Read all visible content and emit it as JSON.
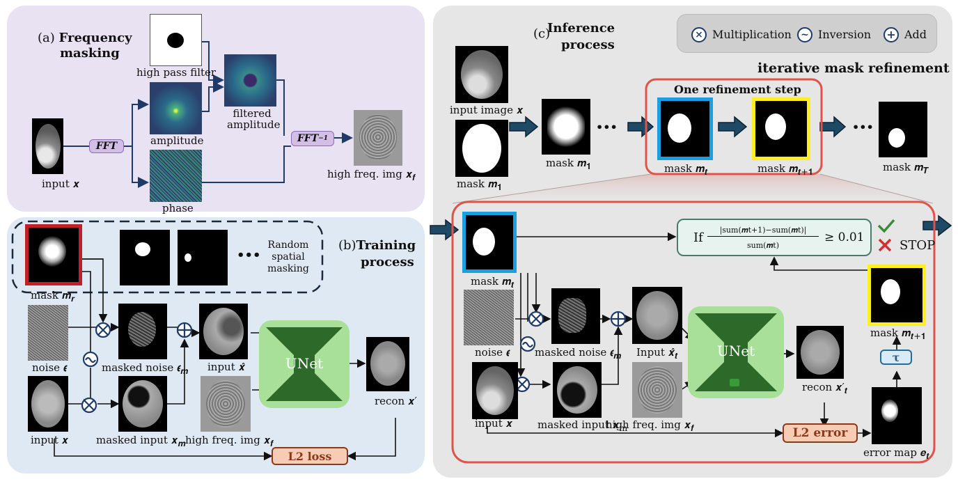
{
  "panel_a": {
    "title_prefix": "(a)",
    "title_line1": "Frequency",
    "title_line2": "masking",
    "fft": "FFT",
    "ifft": "FFT",
    "ifft_exp": "−1",
    "labels": {
      "input": "input 𝒙",
      "high_pass": "high pass filter",
      "amplitude": "amplitude",
      "phase": "phase",
      "filtered_1": "filtered",
      "filtered_2": "amplitude",
      "high_freq": "high freq. img 𝒙",
      "high_freq_sub": "𝒇"
    }
  },
  "panel_b": {
    "title_prefix": "(b)",
    "title_line1": "Training",
    "title_line2": "process",
    "random_1": "Random",
    "random_2": "spatial",
    "random_3": "masking",
    "ellipsis": "•••",
    "unet": "UNet",
    "l2_loss": "L2 loss",
    "labels": {
      "mask": "mask 𝒎",
      "mask_sub": "𝒓",
      "noise": "noise 𝝐",
      "masked_noise": "masked noise 𝝐",
      "masked_noise_sub": "𝒎",
      "input_hat": "input 𝒙̂",
      "input": "input 𝒙",
      "masked_input": "masked input 𝒙",
      "masked_input_sub": "𝒎",
      "high_freq": "high freq. img 𝒙",
      "high_freq_sub": "𝒇",
      "recon": "recon 𝒙′"
    }
  },
  "panel_c": {
    "title_prefix": "(c)",
    "title_line1": "Inference",
    "title_line2": "process",
    "legend": {
      "multiplication": "Multiplication",
      "inversion": "Inversion",
      "add": "Add"
    },
    "iterative": "iterative mask refinement",
    "one_step": "One refinement step",
    "ellipsis": "•••",
    "unet": "UNet",
    "l2_error": "L2 error",
    "tau": "τ",
    "stop": "STOP",
    "formula": {
      "if": "If",
      "numerator": "|sum(𝒎t+1)−sum(𝒎t)|",
      "denominator": "sum(𝒎t)",
      "rhs": "≥ 0.01"
    },
    "labels": {
      "input_image": "input image 𝒙",
      "mask_m1_left": "mask 𝒎",
      "mask_m1_left_sub": "𝟏",
      "mask_m1": "mask 𝒎",
      "mask_m1_sub": "𝟏",
      "mask_mt": "mask 𝒎",
      "mask_mt_sub": "𝒕",
      "mask_mt1": "mask 𝒎",
      "mask_mt1_sub": "𝒕+𝟏",
      "mask_mT": "mask 𝒎",
      "mask_mT_sub": "𝑻",
      "lower_mask_mt": "mask 𝒎",
      "lower_mask_mt_sub": "𝒕",
      "noise": "noise 𝝐",
      "input": "input 𝒙",
      "masked_noise": "masked noise 𝝐",
      "masked_noise_sub": "𝒎",
      "masked_input": "masked input 𝒙",
      "masked_input_sub": "m",
      "input_hat": "Input 𝒙̂",
      "input_hat_sub": "𝒕",
      "high_freq": "high freq. img 𝒙",
      "high_freq_sub": "𝒇",
      "recon": "recon 𝒙′",
      "recon_sub": "𝒕",
      "mask_out": "mask 𝒎",
      "mask_out_sub": "𝒕+𝟏",
      "error_map": "error map 𝒆",
      "error_map_sub": "𝒕"
    }
  },
  "colors": {
    "panel_a_bg": "#e8e2f3",
    "panel_b_bg": "#dfe9f4",
    "panel_c_bg": "#e6e6e6",
    "fft_fill": "#d3bfe6",
    "fft_border": "#8a6bb5",
    "unet_bg": "#a8e09a",
    "unet_dark": "#2d6a2a",
    "l2_fill": "#f7cbb4",
    "l2_border": "#8a3a1a",
    "red_frame": "#e0534a",
    "cyan_frame": "#1aa0e0",
    "yellow_frame": "#ffee22",
    "arrow_navy": "#1f3a66",
    "formula_fill": "#e6f3ee",
    "formula_border": "#4a7a6a"
  }
}
